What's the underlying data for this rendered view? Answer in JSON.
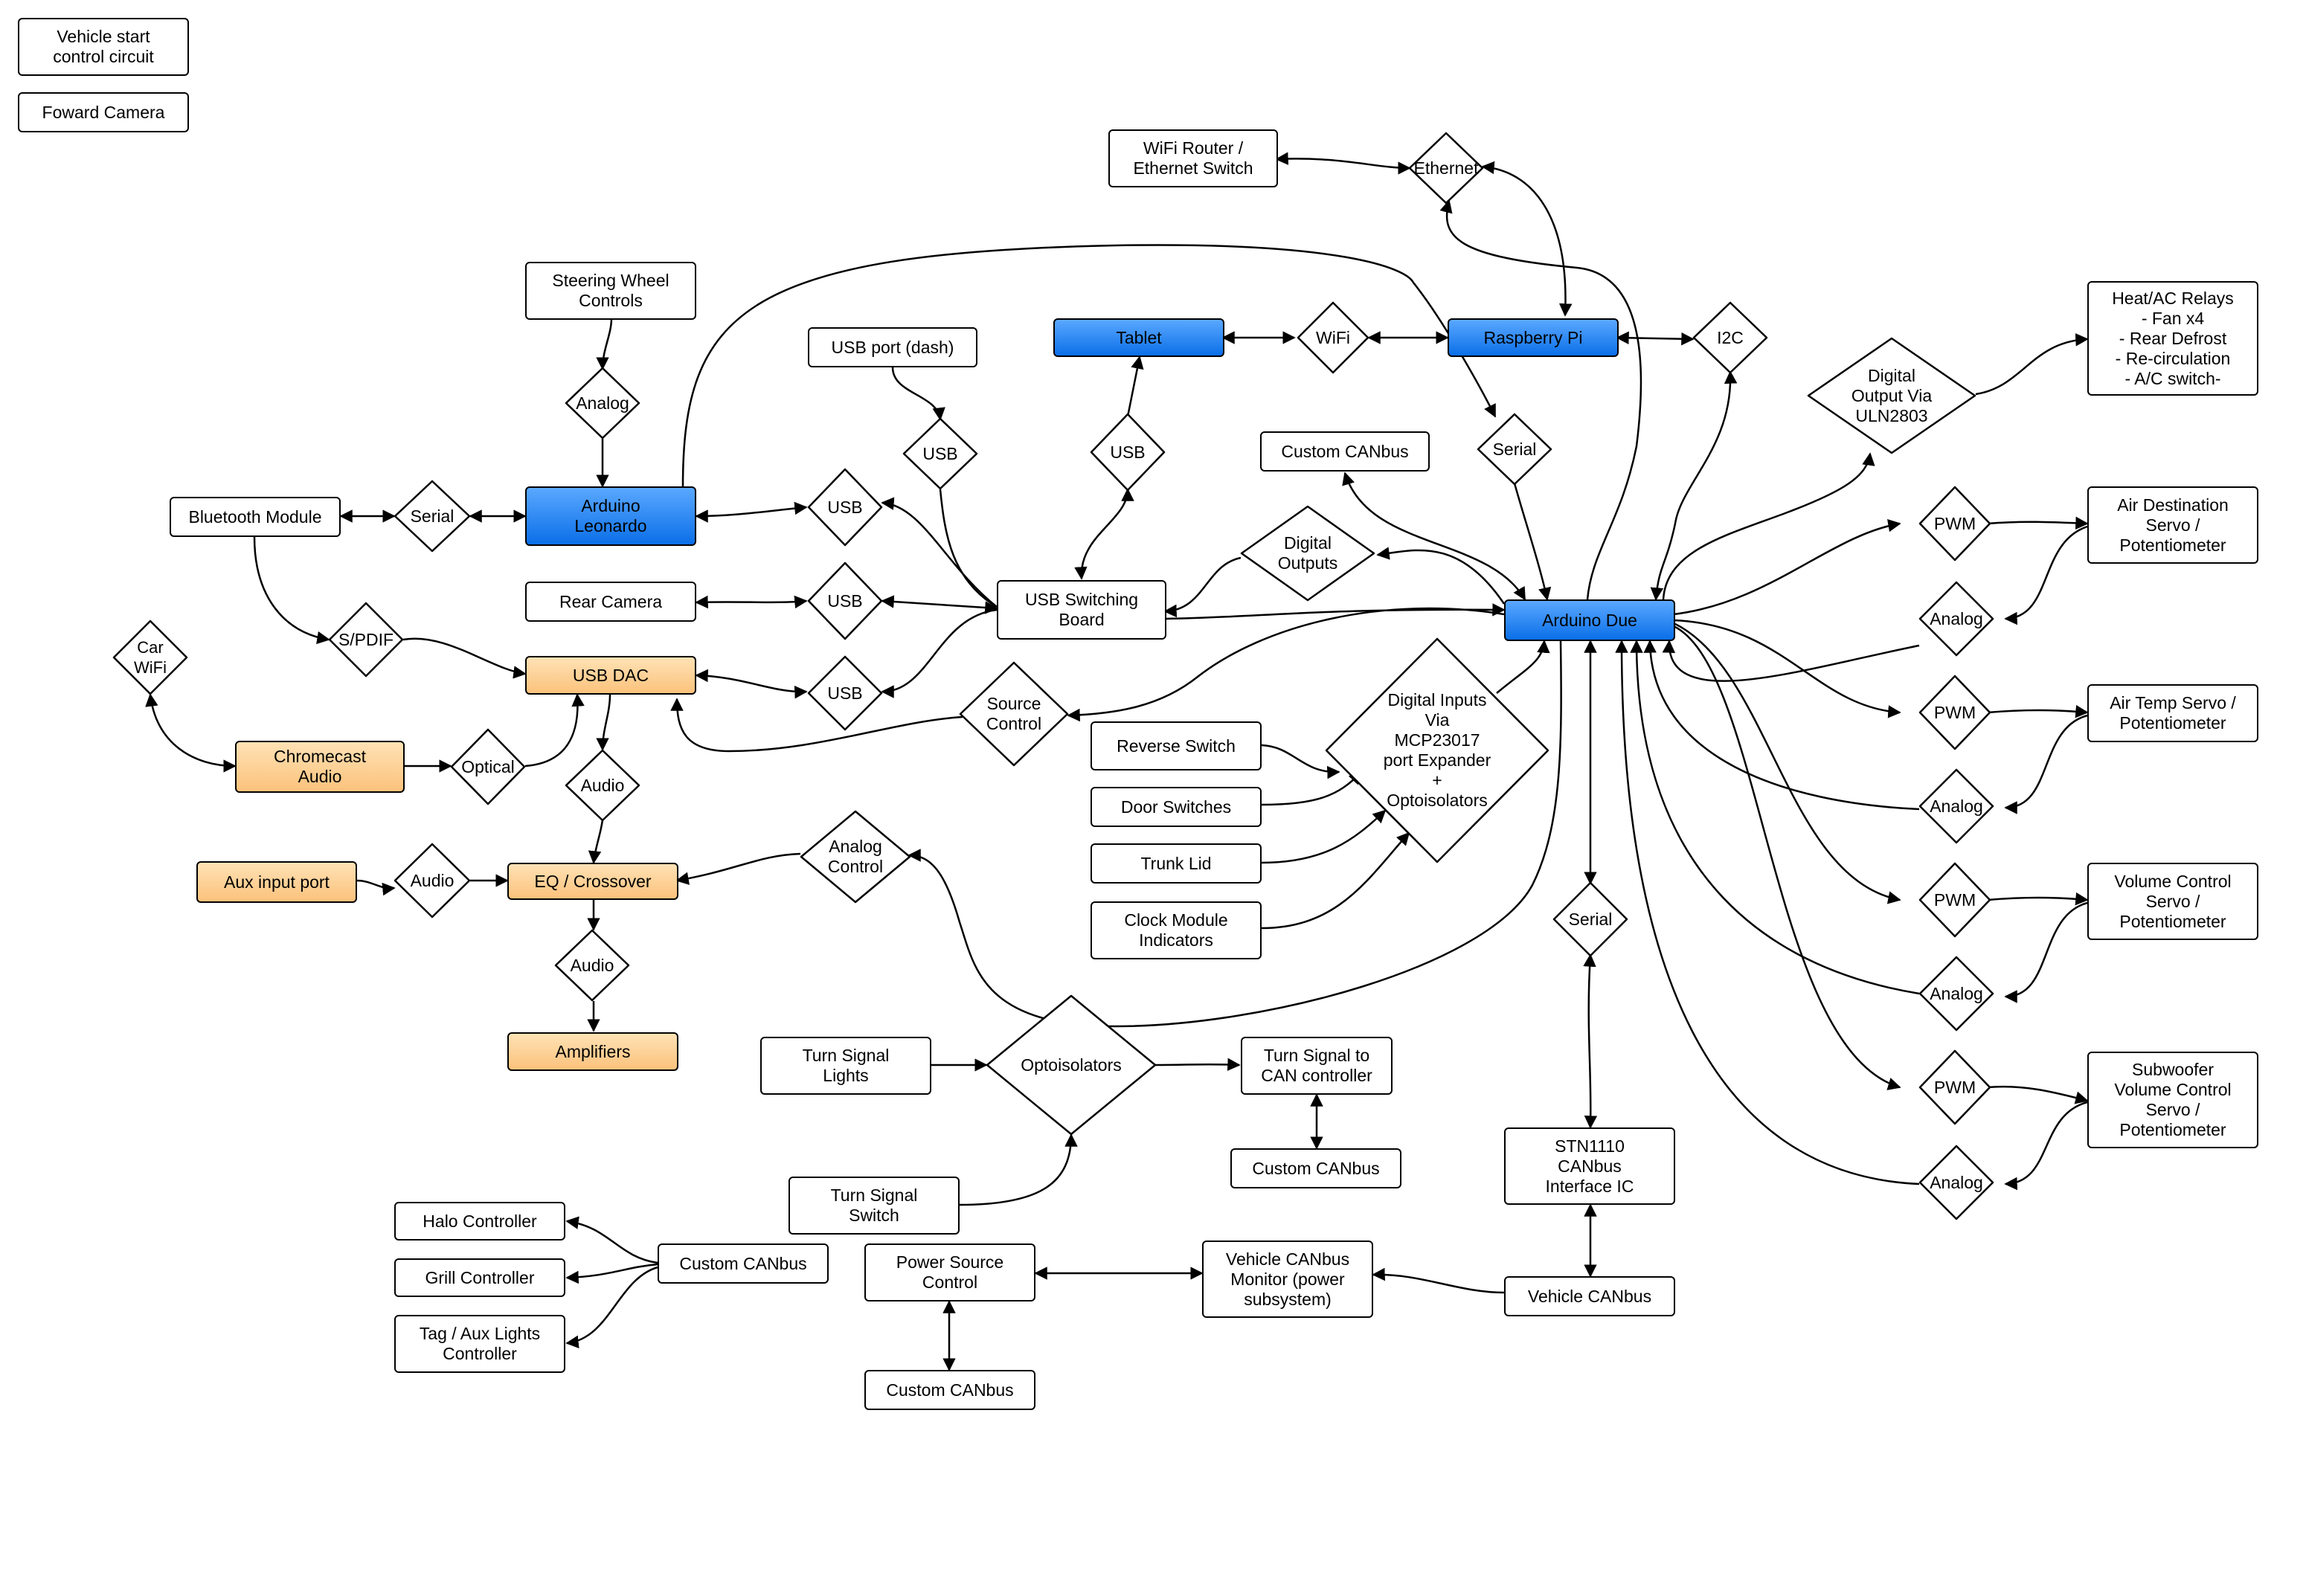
{
  "nodes": {
    "vehicle_start": {
      "text": "Vehicle start\ncontrol circuit"
    },
    "forward_camera": {
      "text": "Foward Camera"
    },
    "wifi_router": {
      "text": "WiFi Router /\nEthernet Switch"
    },
    "ethernet": {
      "text": "Ethernet"
    },
    "steering": {
      "text": "Steering Wheel\nControls"
    },
    "analog_steer": {
      "text": "Analog"
    },
    "usb_port_dash": {
      "text": "USB port (dash)"
    },
    "usb_dash": {
      "text": "USB"
    },
    "tablet": {
      "text": "Tablet"
    },
    "wifi_tab": {
      "text": "WiFi"
    },
    "raspberry_pi": {
      "text": "Raspberry Pi"
    },
    "i2c": {
      "text": "I2C"
    },
    "heat_ac": {
      "text": "Heat/AC Relays\n- Fan x4\n- Rear Defrost\n- Re-circulation\n- A/C switch-"
    },
    "digital_out_uln": {
      "text": "Digital\nOutput Via\nULN2803"
    },
    "serial_rpi": {
      "text": "Serial"
    },
    "usb_tablet": {
      "text": "USB"
    },
    "custom_canbus_top": {
      "text": "Custom CANbus"
    },
    "bluetooth": {
      "text": "Bluetooth Module"
    },
    "serial_bt": {
      "text": "Serial"
    },
    "arduino_leonardo": {
      "text": "Arduino\nLeonardo"
    },
    "usb_leo": {
      "text": "USB"
    },
    "rear_camera": {
      "text": "Rear Camera"
    },
    "usb_rear": {
      "text": "USB"
    },
    "usb_switching": {
      "text": "USB Switching\nBoard"
    },
    "digital_outputs": {
      "text": "Digital\nOutputs"
    },
    "arduino_due": {
      "text": "Arduino Due"
    },
    "car_wifi": {
      "text": "Car\nWiFi"
    },
    "spdif": {
      "text": "S/PDIF"
    },
    "usb_dac": {
      "text": "USB DAC"
    },
    "usb_dac_conn": {
      "text": "USB"
    },
    "source_control": {
      "text": "Source\nControl"
    },
    "chromecast": {
      "text": "Chromecast\nAudio"
    },
    "optical": {
      "text": "Optical"
    },
    "audio_dac": {
      "text": "Audio"
    },
    "reverse_switch": {
      "text": "Reverse Switch"
    },
    "door_switches": {
      "text": "Door Switches"
    },
    "trunk_lid": {
      "text": "Trunk Lid"
    },
    "clock_module": {
      "text": "Clock Module\nIndicators"
    },
    "digital_inputs": {
      "text": "Digital Inputs\nVia\nMCP23017\nport Expander\n+\nOptoisolators"
    },
    "aux_input": {
      "text": "Aux input port"
    },
    "audio_aux": {
      "text": "Audio"
    },
    "eq_crossover": {
      "text": "EQ / Crossover"
    },
    "analog_control": {
      "text": "Analog\nControl"
    },
    "audio_amp": {
      "text": "Audio"
    },
    "amplifiers": {
      "text": "Amplifiers"
    },
    "serial_due": {
      "text": "Serial"
    },
    "turn_lights": {
      "text": "Turn Signal\nLights"
    },
    "optoisolators": {
      "text": "Optoisolators"
    },
    "turn_can": {
      "text": "Turn Signal to\nCAN controller"
    },
    "custom_canbus_turn": {
      "text": "Custom CANbus"
    },
    "turn_switch": {
      "text": "Turn Signal\nSwitch"
    },
    "stn1110": {
      "text": "STN1110\nCANbus\nInterface IC"
    },
    "halo": {
      "text": "Halo Controller"
    },
    "grill": {
      "text": "Grill Controller"
    },
    "tag_aux": {
      "text": "Tag / Aux Lights\nController"
    },
    "custom_canbus_light": {
      "text": "Custom CANbus"
    },
    "power_source": {
      "text": "Power Source\nControl"
    },
    "vehicle_monitor": {
      "text": "Vehicle CANbus\nMonitor (power\nsubsystem)"
    },
    "vehicle_canbus": {
      "text": "Vehicle CANbus"
    },
    "custom_canbus_power": {
      "text": "Custom CANbus"
    },
    "pwm1": {
      "text": "PWM"
    },
    "analog1": {
      "text": "Analog"
    },
    "air_dest": {
      "text": "Air Destination\nServo /\nPotentiometer"
    },
    "pwm2": {
      "text": "PWM"
    },
    "analog2": {
      "text": "Analog"
    },
    "air_temp": {
      "text": "Air Temp Servo /\nPotentiometer"
    },
    "pwm3": {
      "text": "PWM"
    },
    "analog3": {
      "text": "Analog"
    },
    "volume": {
      "text": "Volume Control\nServo /\nPotentiometer"
    },
    "pwm4": {
      "text": "PWM"
    },
    "analog4": {
      "text": "Analog"
    },
    "subwoofer": {
      "text": "Subwoofer\nVolume Control\nServo /\nPotentiometer"
    }
  },
  "colors": {
    "line": "#000000",
    "arduino_blue": "#0b6fe8",
    "audio_orange": "#fbc27c"
  }
}
